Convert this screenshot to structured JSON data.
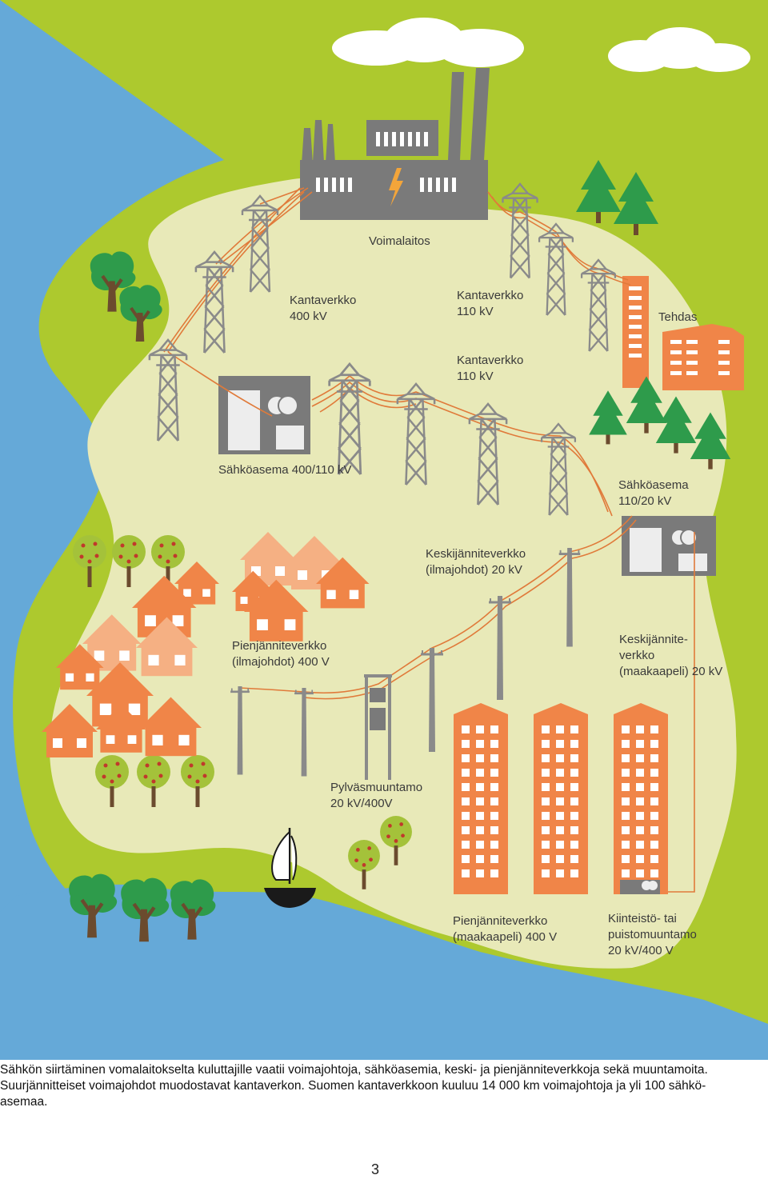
{
  "labels": {
    "power_plant": "Voimalaitos",
    "grid_400": "Kantaverkko\n400 kV",
    "grid_110_top": "Kantaverkko\n110 kV",
    "grid_110_mid": "Kantaverkko\n110 kV",
    "factory": "Tehdas",
    "substation_400_110": "Sähköasema 400/110 kV",
    "substation_110_20": "Sähköasema\n110/20 kV",
    "medium_overhead": "Keskijänniteverkko\n(ilmajohdot) 20 kV",
    "low_overhead": "Pienjänniteverkko\n(ilmajohdot) 400 V",
    "medium_cable": "Keskijännite-\nverkko\n(maakaapeli) 20 kV",
    "pole_transformer": "Pylväsmuuntamo\n20 kV/400V",
    "low_cable": "Pienjänniteverkko\n(maakaapeli) 400 V",
    "property_transformer": "Kiinteistö- tai\npuistomuuntamo\n20 kV/400 V"
  },
  "caption": {
    "line1": "Sähkön siirtäminen vomalaitokselta kuluttajille vaatii voimajohtoja, sähköasemia, keski- ja pienjänniteverkkoja sekä muuntamoita.",
    "line2": "Suurjännitteiset voimajohdot muodostavat kantaverkon. Suomen kantaverkkoon kuuluu 14 000 km voimajohtoja ja yli 100 sähkö-",
    "line3": "asemaa."
  },
  "page_number": "3",
  "colors": {
    "grass": "#adc92e",
    "land": "#e8e9b8",
    "water": "#65a9d8",
    "building_gray": "#7a7a7a",
    "orange": "#f08548",
    "light_orange": "#f5b083",
    "tree_green": "#2e9b4b",
    "power_line": "#e07a3a"
  }
}
